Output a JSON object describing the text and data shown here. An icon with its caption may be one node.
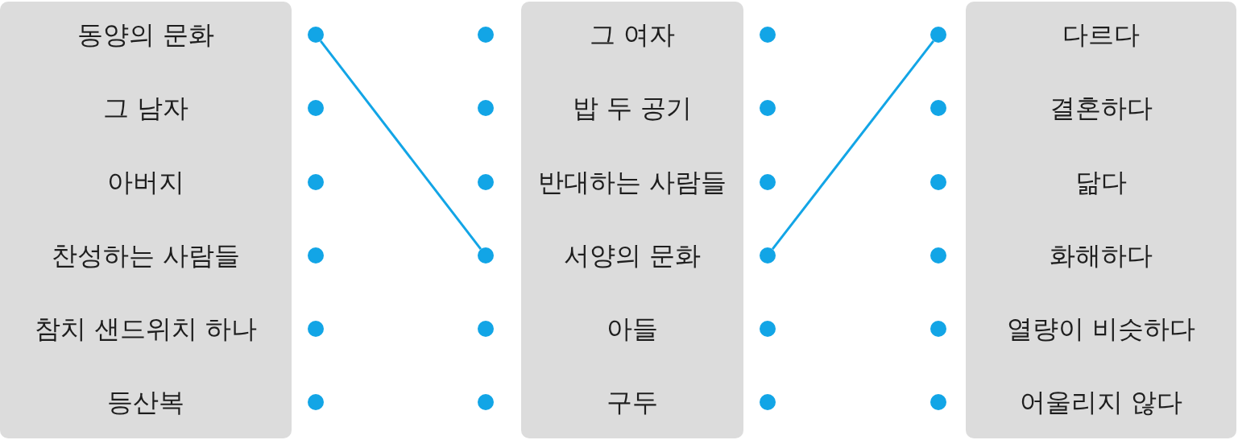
{
  "diagram": {
    "nodes": [
      {
        "text": [
          "동양의 문화",
          "그 남자",
          "아버지",
          "찬성하는 사람들",
          "참치 샌드위치 하나",
          "등산복"
        ]
      },
      {
        "text": [],
        "shape": "circle"
      },
      {
        "text": [],
        "shape": "circle"
      },
      {
        "text": [],
        "shape": "circle"
      },
      {
        "text": [],
        "shape": "circle"
      },
      {
        "text": [],
        "shape": "circle"
      },
      {
        "text": [],
        "shape": "circle"
      },
      {
        "text": [],
        "shape": "circle"
      },
      {
        "text": [],
        "shape": "circle"
      },
      {
        "text": [],
        "shape": "circle"
      },
      {
        "text": [],
        "shape": "circle"
      },
      {
        "text": [],
        "shape": "circle"
      },
      {
        "text": [],
        "shape": "circle"
      },
      {
        "text": [
          "그 여자",
          "밥 두 공기",
          "반대하는 사람들",
          "서양의 문화",
          "아들",
          "구두"
        ]
      },
      {
        "text": [],
        "shape": "circle"
      },
      {
        "text": [],
        "shape": "circle"
      },
      {
        "text": [],
        "shape": "circle"
      },
      {
        "text": [],
        "shape": "circle"
      },
      {
        "text": [],
        "shape": "circle"
      },
      {
        "text": [],
        "shape": "circle"
      },
      {
        "text": [],
        "shape": "circle"
      },
      {
        "text": [],
        "shape": "circle"
      },
      {
        "text": [],
        "shape": "circle"
      },
      {
        "text": [],
        "shape": "circle"
      },
      {
        "text": [],
        "shape": "circle"
      },
      {
        "text": [],
        "shape": "circle"
      },
      {
        "text": [
          "다르다",
          "결혼하다",
          "닮다",
          "화해하다",
          "열량이 비슷하다",
          "어울리지 않다"
        ]
      }
    ],
    "edges": [
      {
        "from": 1,
        "to": 10,
        "arrow": "none"
      },
      {
        "from": 17,
        "to": 20,
        "arrow": "none"
      }
    ]
  }
}
